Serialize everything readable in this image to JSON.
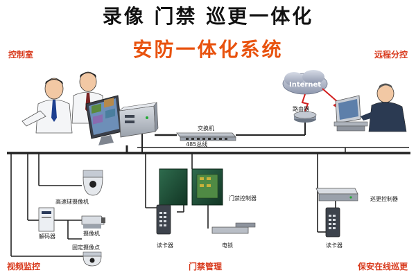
{
  "title": "录像  门禁  巡更一体化",
  "subtitle": "安防一体化系统",
  "sections": {
    "control_room": "控制室",
    "remote_station": "远程分控",
    "video_monitoring": "视频监控",
    "access_control": "门禁管理",
    "patrol": "保安在线巡更"
  },
  "devices": {
    "internet": "Internet",
    "router": "路由器",
    "switch": "交换机",
    "bus_485": "485总线",
    "dome_camera": "高速球摄像机",
    "decoder": "解码器",
    "camera": "摄像机",
    "fixed_camera": "固定摄像点",
    "door_controller": "门禁控制器",
    "card_reader_1": "读卡器",
    "electric_lock": "电锁",
    "card_reader_2": "读卡器",
    "patrol_controller": "巡更控制器"
  },
  "colors": {
    "title_accent": "#e8520e",
    "section_label": "#d8391c",
    "link_red": "#d21f1f"
  }
}
